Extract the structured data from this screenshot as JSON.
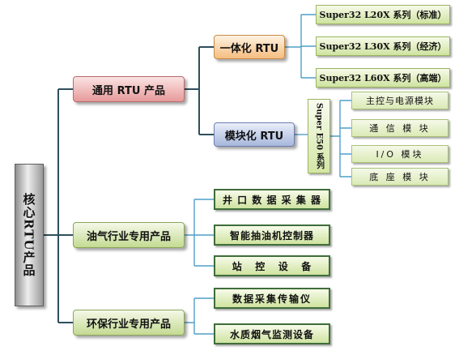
{
  "root": {
    "label": "核心RTU产品"
  },
  "categories": [
    {
      "label": "通用 RTU 产品"
    },
    {
      "label": "油气行业专用产品"
    },
    {
      "label": "环保行业专用产品"
    }
  ],
  "general": {
    "integrated": {
      "label": "一体化 RTU"
    },
    "modular": {
      "label": "模块化 RTU"
    },
    "integrated_items": [
      {
        "label": "Super32 L20X 系列（标准）"
      },
      {
        "label": "Super32 L30X 系列（经济）"
      },
      {
        "label": "Super32 L60X 系列（高端）"
      }
    ],
    "series": {
      "label": "Super E50 系列"
    },
    "modular_items": [
      {
        "label": "主控与电源模块"
      },
      {
        "label": "通 信 模 块"
      },
      {
        "label": "I/O 模块"
      },
      {
        "label": "底 座 模 块"
      }
    ]
  },
  "oil_gas": {
    "items": [
      {
        "label": "井 口 数 据 采 集 器"
      },
      {
        "label": "智能抽油机控制器"
      },
      {
        "label": "站   控   设   备"
      }
    ]
  },
  "environment": {
    "items": [
      {
        "label": "数据采集传输仪"
      },
      {
        "label": "水质烟气监测设备"
      }
    ]
  },
  "colors": {
    "connector_dark": "#2f4f5c",
    "connector_light": "#4f9fc9"
  }
}
